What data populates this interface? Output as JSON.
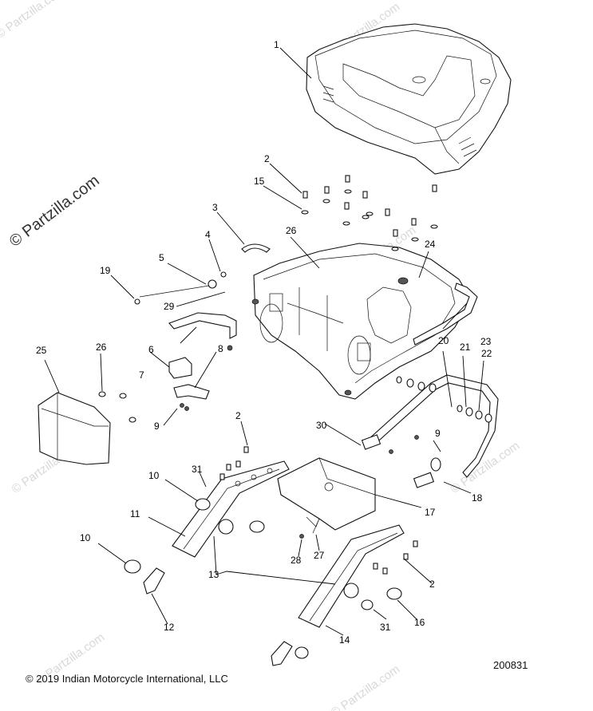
{
  "watermark": {
    "main": "© Partzilla.com",
    "faint": "© Partzilla.com"
  },
  "footer": {
    "copyright": "© 2019 Indian Motorcycle International, LLC",
    "drawing_number": "200831"
  },
  "callouts": {
    "c1": "1",
    "c2a": "2",
    "c2b": "2",
    "c2c": "2",
    "c3": "3",
    "c4": "4",
    "c5": "5",
    "c6": "6",
    "c7": "7",
    "c8": "8",
    "c9a": "9",
    "c9b": "9",
    "c10a": "10",
    "c10b": "10",
    "c11": "11",
    "c12": "12",
    "c13": "13",
    "c14": "14",
    "c15": "15",
    "c16": "16",
    "c17": "17",
    "c18": "18",
    "c19": "19",
    "c20": "20",
    "c21": "21",
    "c22": "22",
    "c23": "23",
    "c24": "24",
    "c25": "25",
    "c26a": "26",
    "c26b": "26",
    "c27": "27",
    "c28": "28",
    "c29": "29",
    "c30": "30",
    "c31a": "31",
    "c31b": "31"
  }
}
